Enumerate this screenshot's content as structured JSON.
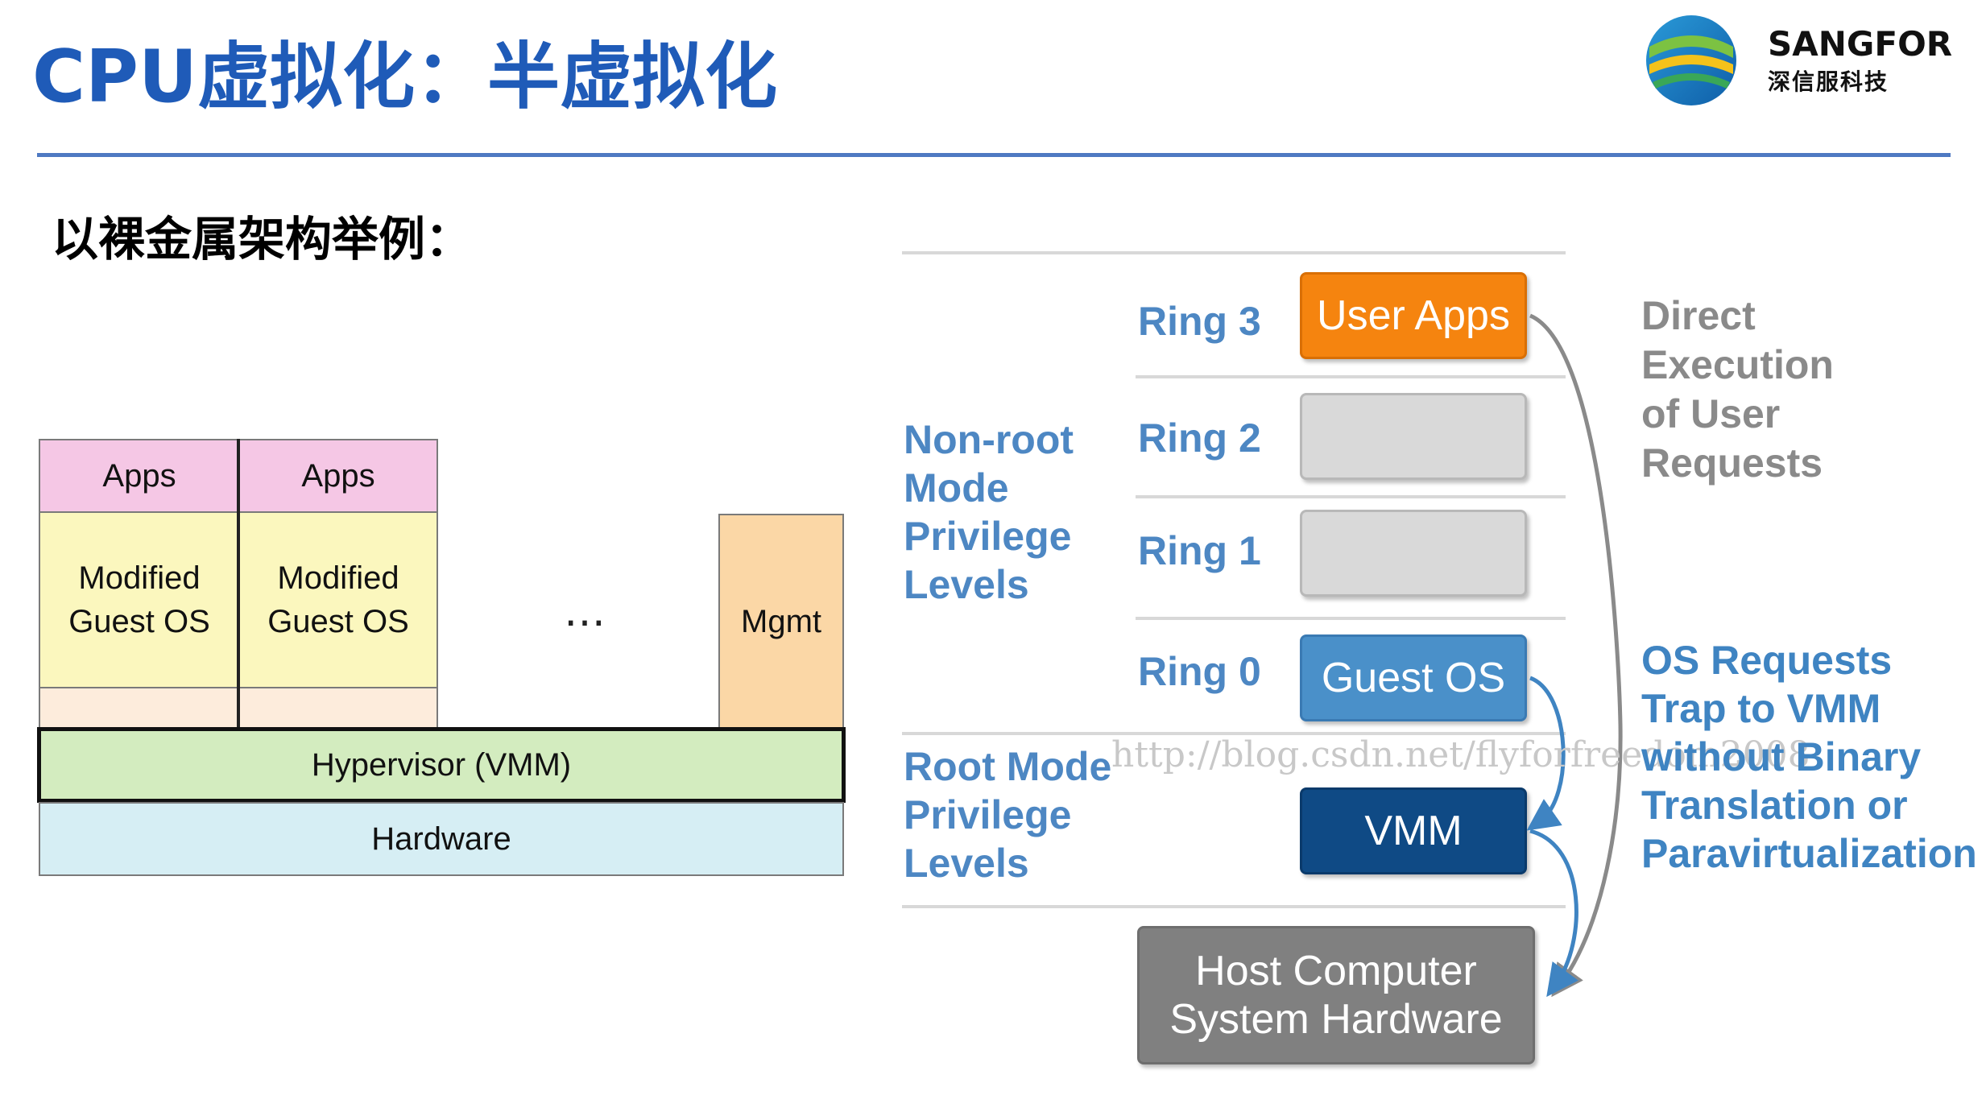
{
  "header": {
    "title": "CPU虚拟化：半虚拟化",
    "brand_name": "SANGFOR",
    "brand_subtitle": "深信服科技"
  },
  "subtitle": "以裸金属架构举例：",
  "left_diagram": {
    "apps": [
      "Apps",
      "Apps"
    ],
    "guest_os": [
      "Modified\nGuest OS",
      "Modified\nGuest OS"
    ],
    "ellipsis": "…",
    "mgmt": "Mgmt",
    "hypervisor": "Hypervisor (VMM)",
    "hardware": "Hardware"
  },
  "right_diagram": {
    "rings": [
      "Ring 3",
      "Ring 2",
      "Ring 1",
      "Ring 0"
    ],
    "non_root_label": [
      "Non-root",
      "Mode",
      "Privilege",
      "Levels"
    ],
    "root_label": [
      "Root Mode",
      "Privilege",
      "Levels"
    ],
    "user_apps": "User Apps",
    "guest_os": "Guest OS",
    "vmm": "VMM",
    "host_hw": [
      "Host Computer",
      "System Hardware"
    ],
    "direct_exec": [
      "Direct",
      "Execution",
      "of User",
      "Requests"
    ],
    "os_requests": [
      "OS Requests",
      "Trap to VMM",
      "without Binary",
      "Translation or",
      "Paravirtualization"
    ],
    "watermark": "http://blog.csdn.net/flyforfreedom2008"
  },
  "colors": {
    "title_blue": "#1f5bb8",
    "ring_blue": "#4d87c3",
    "user_apps": "#f5840f",
    "guest_os": "#4a90c9",
    "vmm": "#0f4a85",
    "host_hw": "#808080"
  }
}
